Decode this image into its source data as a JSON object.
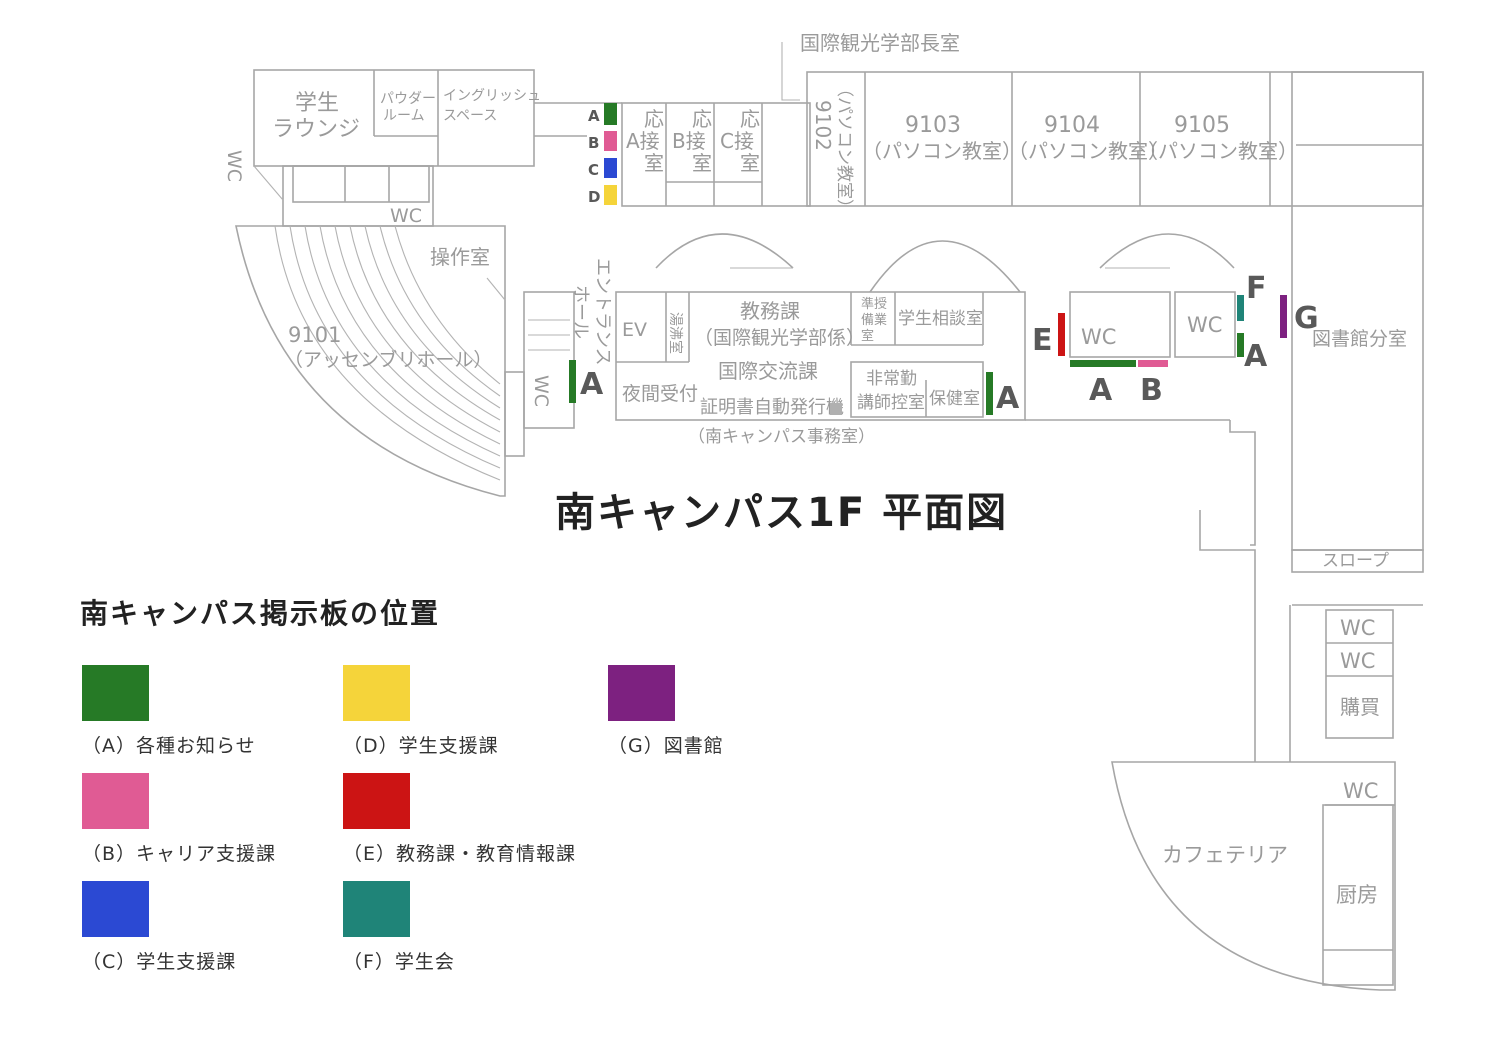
{
  "map_title": "南キャンパス1F 平面図",
  "legend": {
    "title": "南キャンパス掲示板の位置",
    "items": [
      {
        "key": "A",
        "label": "（A）各種お知らせ",
        "color": "#267a26"
      },
      {
        "key": "B",
        "label": "（B）キャリア支援課",
        "color": "#e05b94"
      },
      {
        "key": "C",
        "label": "（C）学生支援課",
        "color": "#2b49d3"
      },
      {
        "key": "D",
        "label": "（D）学生支援課",
        "color": "#f5d43a"
      },
      {
        "key": "E",
        "label": "（E）教務課・教育情報課",
        "color": "#cc1414"
      },
      {
        "key": "F",
        "label": "（F）学生会",
        "color": "#1f8478"
      },
      {
        "key": "G",
        "label": "（G）図書館",
        "color": "#7d2180"
      }
    ]
  },
  "rooms": {
    "dean_office": "国際観光学部長室",
    "student_lounge_1": "学生",
    "student_lounge_2": "ラウンジ",
    "powder_room_1": "パウダー",
    "powder_room_2": "ルーム",
    "english_space_1": "イングリッシュ",
    "english_space_2": "スペース",
    "reception_a_1": "応",
    "reception_a_2": "A接",
    "reception_a_3": "室",
    "reception_b_1": "応",
    "reception_b_2": "B接",
    "reception_b_3": "室",
    "reception_c_1": "応",
    "reception_c_2": "C接",
    "reception_c_3": "室",
    "room_9102_num": "9102",
    "room_9102_sub": "（パソコン教室）",
    "room_9103_num": "9103",
    "room_9103_sub": "（パソコン教室）",
    "room_9104_num": "9104",
    "room_9104_sub": "（パソコン教室）",
    "room_9105_num": "9105",
    "room_9105_sub": "（パソコン教室）",
    "wc": "WC",
    "control_room": "操作室",
    "hall_9101_num": "9101",
    "hall_9101_sub": "（アッセンブリホール）",
    "entrance_hall_1": "エントランス",
    "entrance_hall_2": "ホール",
    "ev": "EV",
    "kitchenette": "湯沸室",
    "academic_affairs_1": "教務課",
    "academic_affairs_2": "（国際観光学部係）",
    "international_office": "国際交流課",
    "night_reception": "夜間受付",
    "certificate_machine": "証明書自動発行機",
    "south_office": "（南キャンパス事務室）",
    "prep_room_1": "準授",
    "prep_room_2": "備業",
    "prep_room_3": "室",
    "counseling": "学生相談室",
    "lecturer_room_1": "非常勤",
    "lecturer_room_2": "講師控室",
    "health_room": "保健室",
    "library_branch": "図書館分室",
    "slope": "スロープ",
    "shop": "購買",
    "cafeteria": "カフェテリア",
    "kitchen": "厨房"
  },
  "markers": [
    {
      "letter": "A",
      "color": "#267a26"
    },
    {
      "letter": "B",
      "color": "#e05b94"
    },
    {
      "letter": "C",
      "color": "#2b49d3"
    },
    {
      "letter": "D",
      "color": "#f5d43a"
    },
    {
      "letter": "A",
      "color": "#267a26"
    },
    {
      "letter": "A",
      "color": "#267a26"
    },
    {
      "letter": "E",
      "color": "#cc1414"
    },
    {
      "letter": "A",
      "color": "#267a26"
    },
    {
      "letter": "B",
      "color": "#e05b94"
    },
    {
      "letter": "F",
      "color": "#1f8478"
    },
    {
      "letter": "A",
      "color": "#267a26"
    },
    {
      "letter": "G",
      "color": "#7d2180"
    }
  ]
}
